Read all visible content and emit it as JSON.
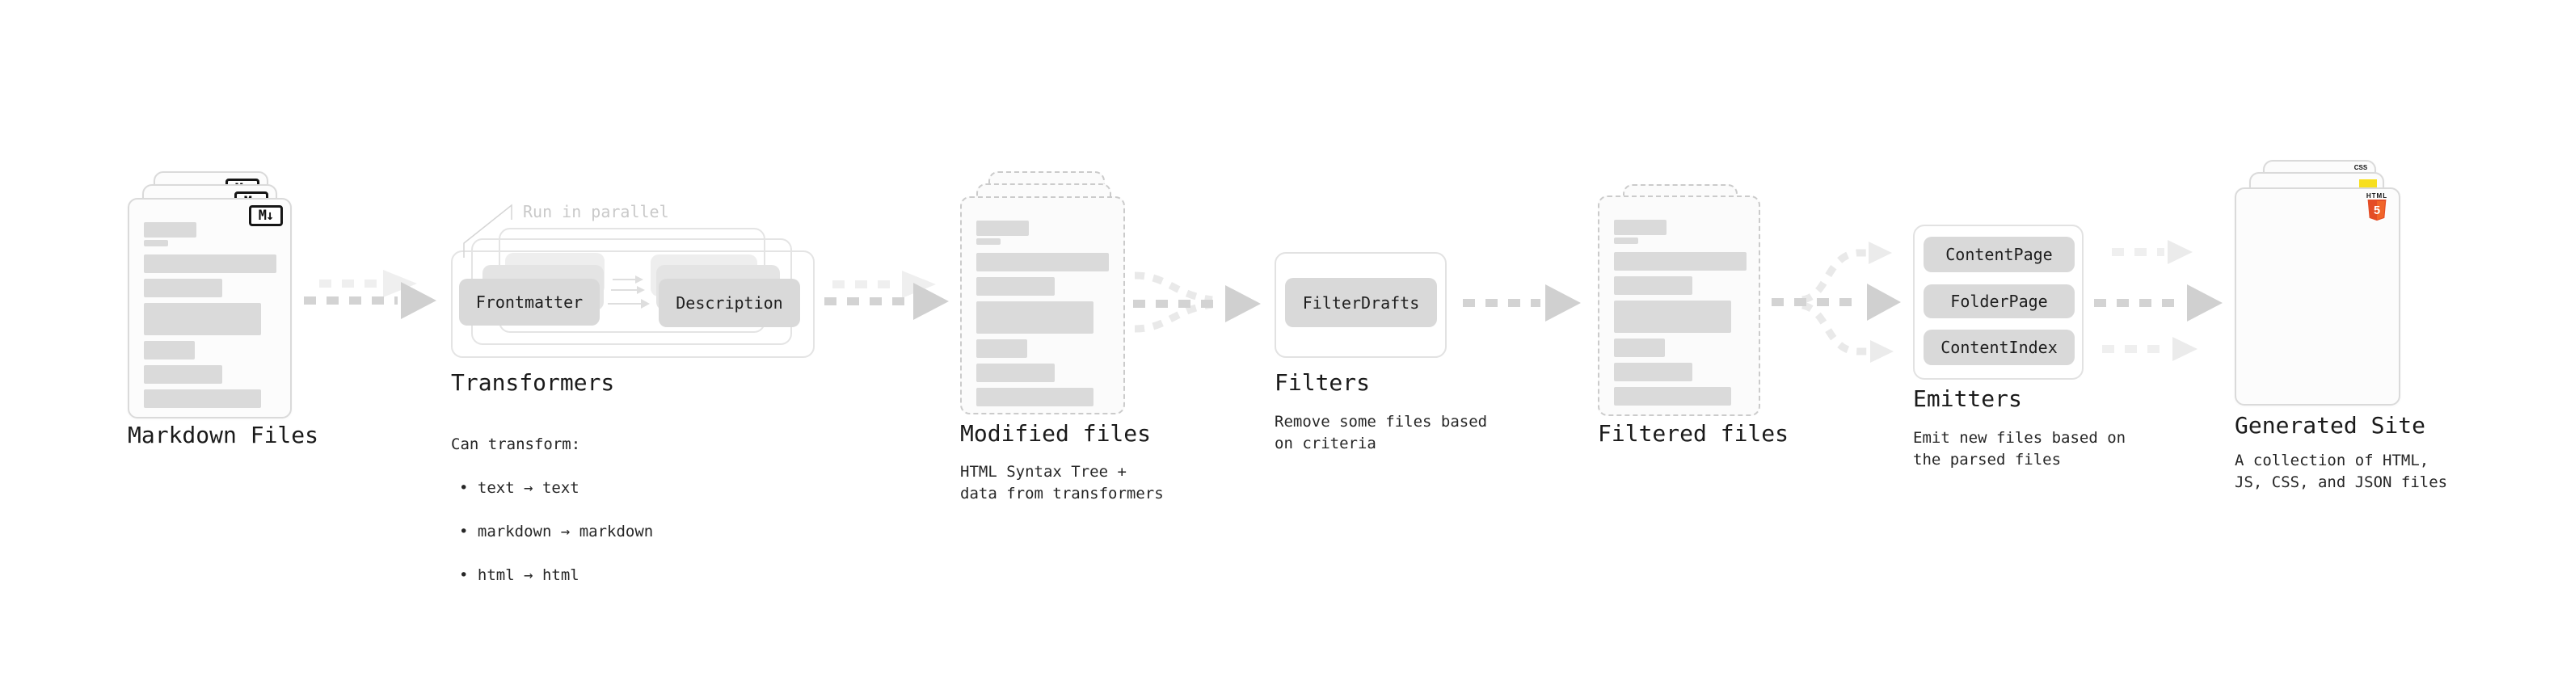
{
  "stages": {
    "markdown_files": {
      "label": "Markdown Files"
    },
    "transformers": {
      "label": "Transformers",
      "callout": "Run in parallel",
      "box_frontmatter": "Frontmatter",
      "box_description": "Description",
      "desc_title": "Can transform:",
      "bullet_1": "• text → text",
      "bullet_2": "• markdown → markdown",
      "bullet_3": "• html → html"
    },
    "modified_files": {
      "label": "Modified files",
      "desc": "HTML Syntax Tree +\ndata from transformers"
    },
    "filters": {
      "label": "Filters",
      "box_filterdrafts": "FilterDrafts",
      "desc": "Remove some files based\non criteria"
    },
    "filtered_files": {
      "label": "Filtered files"
    },
    "emitters": {
      "label": "Emitters",
      "box_contentpage": "ContentPage",
      "box_folderpage": "FolderPage",
      "box_contentindex": "ContentIndex",
      "desc": "Emit new files based on\nthe parsed files"
    },
    "generated_site": {
      "label": "Generated Site",
      "desc": "A collection of HTML,\nJS, CSS, and JSON files"
    }
  },
  "badges": {
    "markdown": "M↓",
    "css": "CSS",
    "html_wordmark": "HTML",
    "html_five": "5"
  },
  "colors": {
    "badge_css_blue": "#1572b6",
    "badge_js_yellow": "#f7df1e",
    "badge_html_orange": "#e44d26",
    "badge_html_orange_light": "#f16529",
    "arrow_dark": "#d3d3d3",
    "arrow_light": "#efefef",
    "placeholder_bar": "#dadada"
  }
}
